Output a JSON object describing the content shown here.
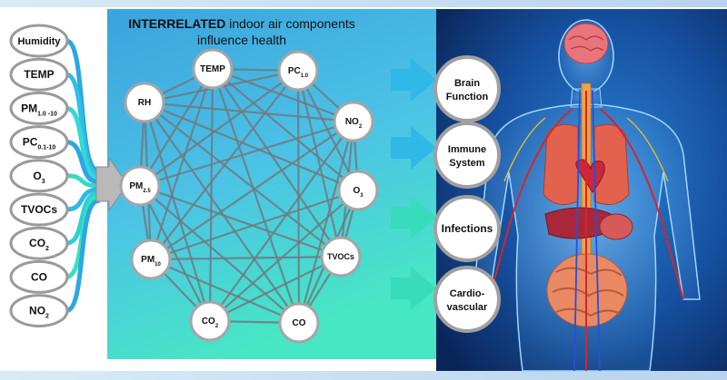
{
  "title": {
    "bold": "INTERRELATED",
    "rest": " indoor air components",
    "line2": "influence health"
  },
  "inputs": [
    {
      "main": "Humidity",
      "sub": ""
    },
    {
      "main": "TEMP",
      "sub": ""
    },
    {
      "main": "PM",
      "sub": "1.0 -10"
    },
    {
      "main": "PC",
      "sub": "0.1-10"
    },
    {
      "main": "O",
      "sub": "3"
    },
    {
      "main": "TVOCs",
      "sub": ""
    },
    {
      "main": "CO",
      "sub": "2"
    },
    {
      "main": "CO",
      "sub": ""
    },
    {
      "main": "NO",
      "sub": "2"
    }
  ],
  "network": [
    {
      "main": "TEMP",
      "sub": ""
    },
    {
      "main": "PC",
      "sub": "1.0"
    },
    {
      "main": "NO",
      "sub": "2"
    },
    {
      "main": "O",
      "sub": "3"
    },
    {
      "main": "TVOCs",
      "sub": ""
    },
    {
      "main": "CO",
      "sub": ""
    },
    {
      "main": "CO",
      "sub": "2"
    },
    {
      "main": "PM",
      "sub": "10"
    },
    {
      "main": "PM",
      "sub": "2.5"
    },
    {
      "main": "RH",
      "sub": ""
    }
  ],
  "outcomes": [
    {
      "line1": "Brain",
      "line2": "Function"
    },
    {
      "line1": "Immune",
      "line2": "System"
    },
    {
      "line1": "Infections",
      "line2": ""
    },
    {
      "line1": "Cardio-",
      "line2": "vascular"
    }
  ],
  "colors": {
    "panel_blue": "#35a9e0",
    "panel_green": "#45e0c4",
    "arrow_cyan": "#2ec4e0",
    "arrow_green": "#3de2b4",
    "body_bg": "#0d2f6a"
  }
}
